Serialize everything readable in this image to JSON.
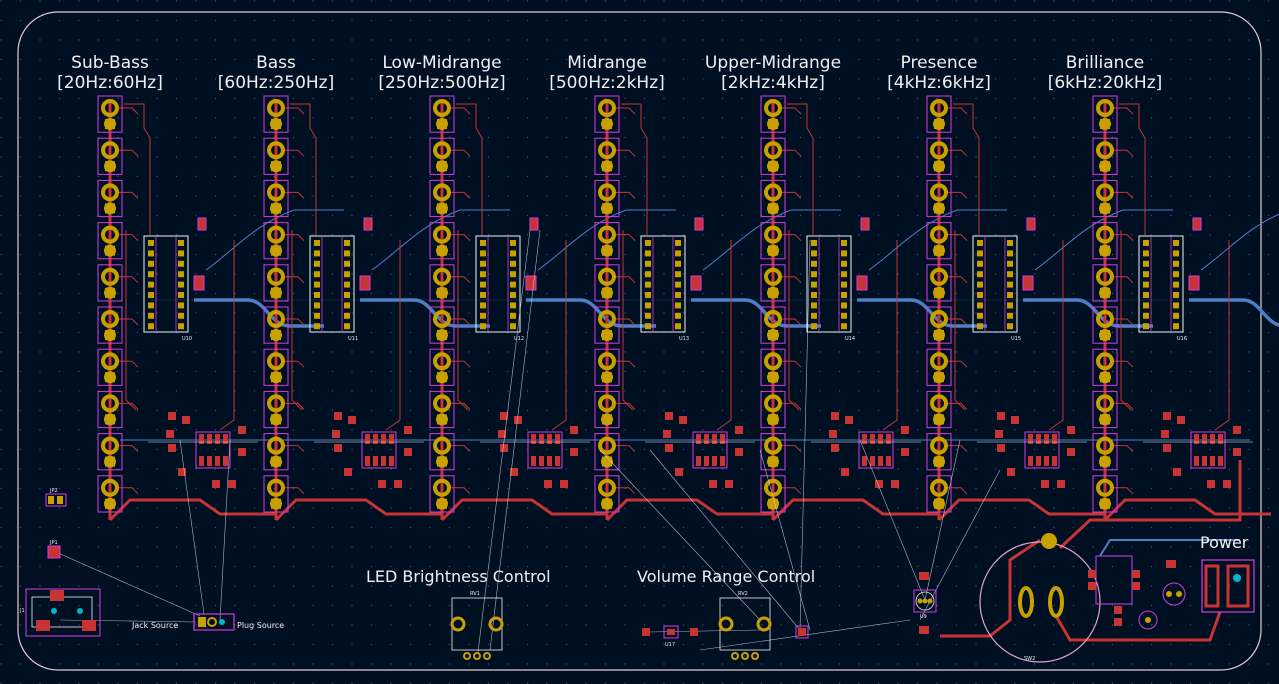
{
  "bands": [
    {
      "name": "Sub-Bass",
      "range": "[20Hz:60Hz]",
      "ic": "U10"
    },
    {
      "name": "Bass",
      "range": "[60Hz:250Hz]",
      "ic": "U11"
    },
    {
      "name": "Low-Midrange",
      "range": "[250Hz:500Hz]",
      "ic": "U12"
    },
    {
      "name": "Midrange",
      "range": "[500Hz:2kHz]",
      "ic": "U13"
    },
    {
      "name": "Upper-Midrange",
      "range": "[2kHz:4kHz]",
      "ic": "U14"
    },
    {
      "name": "Presence",
      "range": "[4kHz:6kHz]",
      "ic": "U15"
    },
    {
      "name": "Brilliance",
      "range": "[6kHz:20kHz]",
      "ic": "U16"
    }
  ],
  "labels": {
    "led_brightness": "LED Brightness Control",
    "volume_range": "Volume Range Control",
    "power": "Power",
    "jack_source": "Jack Source",
    "plug_source": "Plug Source",
    "rv1": "RV1",
    "rv2": "RV2",
    "sw2": "SW2",
    "j1": "J1",
    "jp1": "JP1",
    "jp2": "JP2",
    "u9": "U9",
    "u17": "U17"
  },
  "colors": {
    "background": "#001023",
    "front_copper": "#c83434",
    "back_copper": "#4d7fc4",
    "pad": "#c8a000",
    "courtyard": "#d43be0",
    "silkscreen": "#f0f0f0",
    "edge_cuts": "#e8c8d0"
  }
}
